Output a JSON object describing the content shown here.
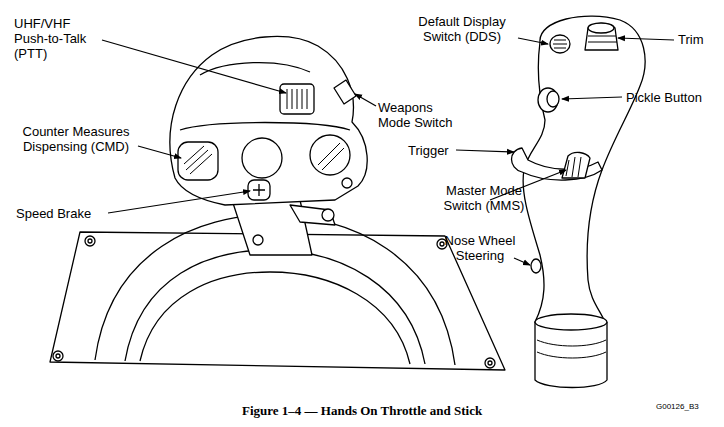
{
  "diagram": {
    "caption": "Figure 1–4 — Hands On Throttle and Stick",
    "labels": [
      "UHF/VHF Push-to-Talk (PTT)",
      "Counter Measures Dispensing (CMD)",
      "Speed Brake",
      "Weapons Mode Switch",
      "Default Display Switch (DDS)",
      "Trim",
      "Pickle Button",
      "Trigger",
      "Master Mode Switch (MMS)",
      "Nose Wheel Steering",
      "G00126_B3"
    ]
  }
}
